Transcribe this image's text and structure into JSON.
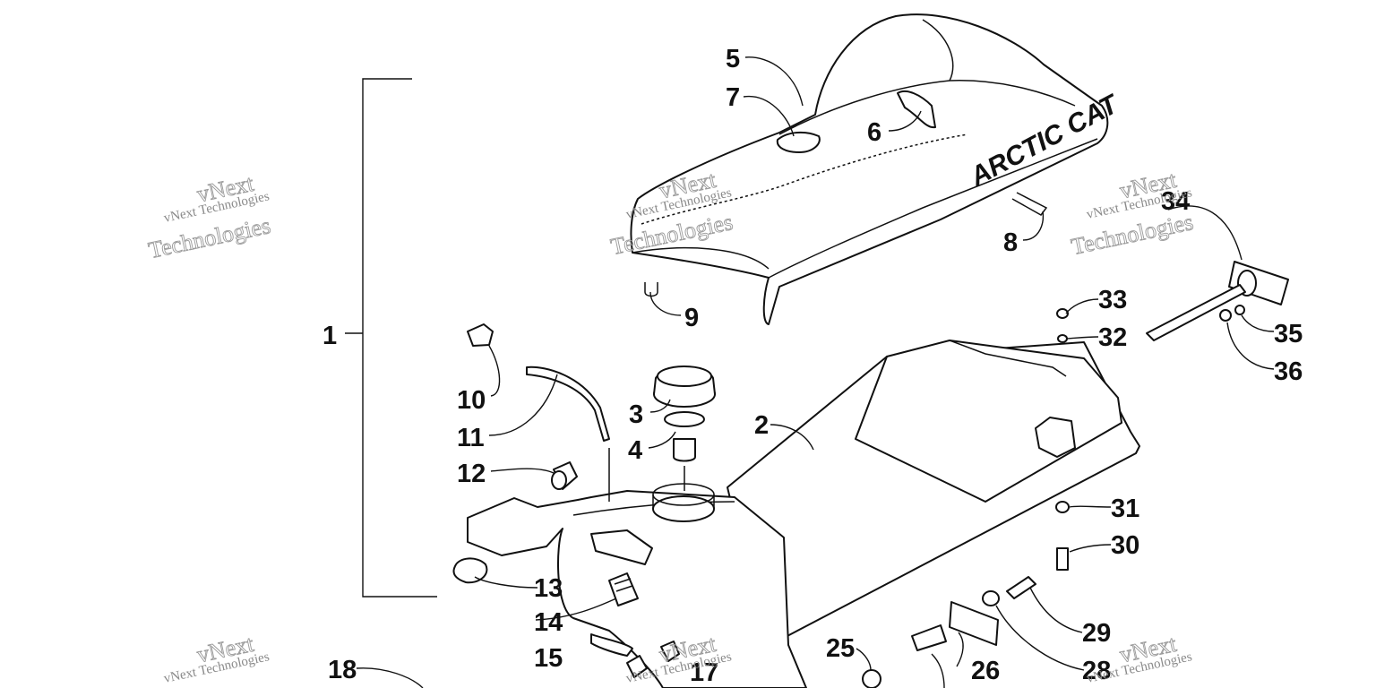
{
  "watermark": {
    "line1": "vNext Technologies",
    "line2": "Technologies",
    "outline": "vNext"
  },
  "seat_brand": "ARCTIC CAT",
  "callouts": [
    {
      "id": "1",
      "label": "1"
    },
    {
      "id": "2",
      "label": "2"
    },
    {
      "id": "3",
      "label": "3"
    },
    {
      "id": "4",
      "label": "4"
    },
    {
      "id": "5",
      "label": "5"
    },
    {
      "id": "6",
      "label": "6"
    },
    {
      "id": "7",
      "label": "7"
    },
    {
      "id": "8",
      "label": "8"
    },
    {
      "id": "9",
      "label": "9"
    },
    {
      "id": "10",
      "label": "10"
    },
    {
      "id": "11",
      "label": "11"
    },
    {
      "id": "12",
      "label": "12"
    },
    {
      "id": "13",
      "label": "13"
    },
    {
      "id": "14",
      "label": "14"
    },
    {
      "id": "15",
      "label": "15"
    },
    {
      "id": "17",
      "label": "17"
    },
    {
      "id": "18",
      "label": "18"
    },
    {
      "id": "25",
      "label": "25"
    },
    {
      "id": "26",
      "label": "26"
    },
    {
      "id": "28",
      "label": "28"
    },
    {
      "id": "29",
      "label": "29"
    },
    {
      "id": "30",
      "label": "30"
    },
    {
      "id": "31",
      "label": "31"
    },
    {
      "id": "32",
      "label": "32"
    },
    {
      "id": "33",
      "label": "33"
    },
    {
      "id": "34",
      "label": "34"
    },
    {
      "id": "35",
      "label": "35"
    },
    {
      "id": "36",
      "label": "36"
    }
  ]
}
